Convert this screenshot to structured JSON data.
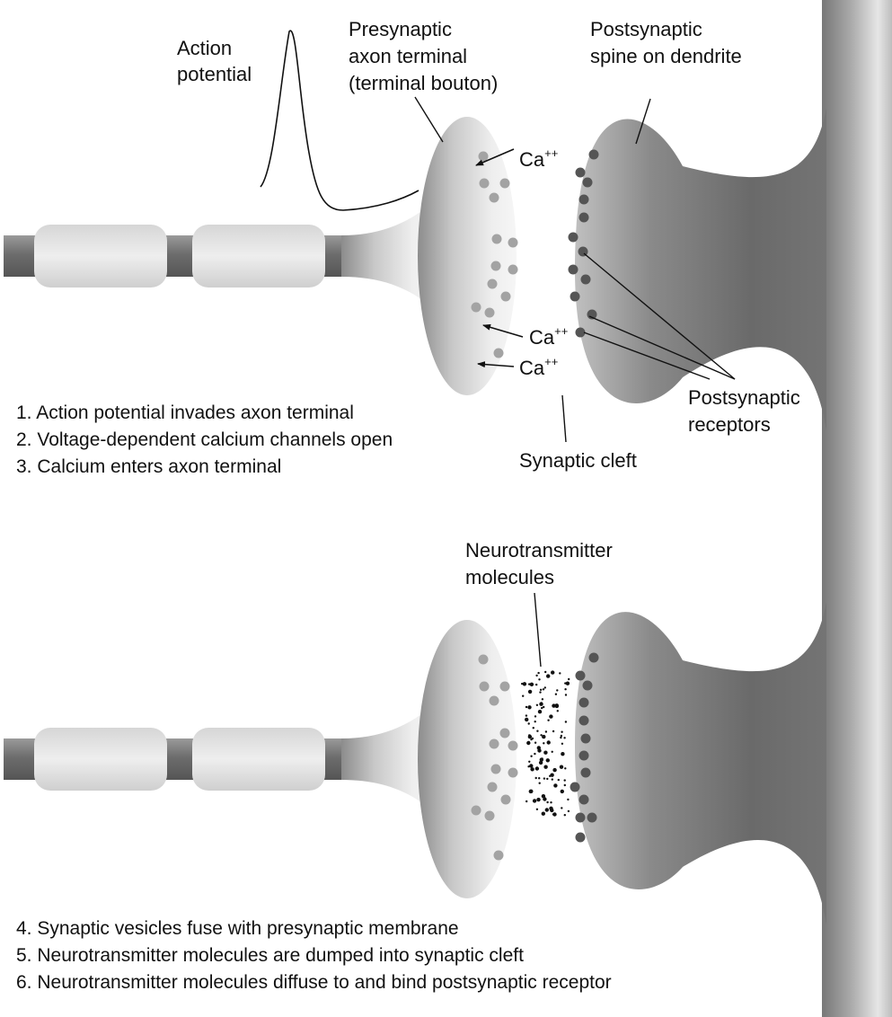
{
  "labels": {
    "action_potential": [
      "Action",
      "potential"
    ],
    "presynaptic": [
      "Presynaptic",
      "axon terminal",
      "(terminal bouton)"
    ],
    "postsynaptic_spine": [
      "Postsynaptic",
      "spine on dendrite"
    ],
    "calcium_base": "Ca",
    "calcium_charge": "++",
    "postsynaptic_receptors": [
      "Postsynaptic",
      "receptors"
    ],
    "synaptic_cleft": "Synaptic cleft",
    "neurotransmitter_molecules": [
      "Neurotransmitter",
      "molecules"
    ]
  },
  "steps_top": [
    "1. Action potential invades axon terminal",
    "2. Voltage-dependent calcium channels open",
    "3. Calcium enters axon terminal"
  ],
  "steps_bottom": [
    "4. Synaptic vesicles fuse with presynaptic membrane",
    "5. Neurotransmitter molecules are dumped into synaptic cleft",
    "6. Neurotransmitter molecules diffuse to and bind postsynaptic receptor"
  ],
  "colors": {
    "axon_dark": "#6b6b6b",
    "myelin_light": "#e6e6e6",
    "terminal_light": "#efefef",
    "spine_dark": "#6e6e6e",
    "vesicle": "#a3a3a3",
    "receptor": "#555555",
    "molecule": "#111111"
  }
}
